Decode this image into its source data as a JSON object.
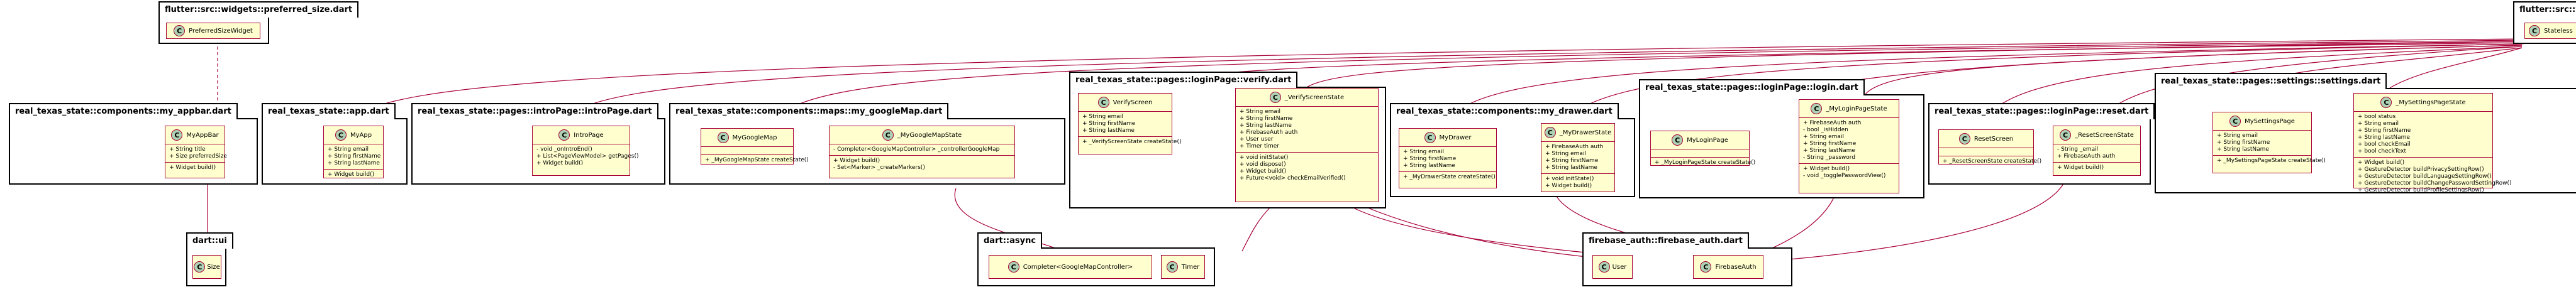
{
  "packages": {
    "preferred_size": {
      "title": "flutter::src::widgets::preferred_size.dart"
    },
    "stateless": {
      "title": "flutter::src::w"
    },
    "my_appbar": {
      "title": "real_texas_state::components::my_appbar.dart"
    },
    "app": {
      "title": "real_texas_state::app.dart"
    },
    "intro": {
      "title": "real_texas_state::pages::introPage::introPage.dart"
    },
    "google_map": {
      "title": "real_texas_state::components::maps::my_googleMap.dart"
    },
    "verify": {
      "title": "real_texas_state::pages::loginPage::verify.dart"
    },
    "drawer": {
      "title": "real_texas_state::components::my_drawer.dart"
    },
    "login": {
      "title": "real_texas_state::pages::loginPage::login.dart"
    },
    "reset": {
      "title": "real_texas_state::pages::loginPage::reset.dart"
    },
    "settings": {
      "title": "real_texas_state::pages::settings::settings.dart"
    },
    "ui": {
      "title": "dart::ui"
    },
    "async": {
      "title": "dart::async"
    },
    "firebase": {
      "title": "firebase_auth::firebase_auth.dart"
    }
  },
  "classes": {
    "preferred_size_widget": {
      "name": "PreferredSizeWidget"
    },
    "stateless": {
      "name": "Stateless"
    },
    "my_app_bar": {
      "name": "MyAppBar",
      "fields": [
        "+ String title",
        "+ Size preferredSize"
      ],
      "methods": [
        "+ Widget build()"
      ]
    },
    "my_app": {
      "name": "MyApp",
      "fields": [
        "+ String email",
        "+ String firstName",
        "+ String lastName"
      ],
      "methods": [
        "+ Widget build()"
      ]
    },
    "intro_page": {
      "name": "IntroPage",
      "fields": [
        "- void _onIntroEnd()",
        "+ List<PageViewModel> getPages()",
        "+ Widget build()"
      ]
    },
    "my_google_map": {
      "name": "MyGoogleMap",
      "methods": [
        "+ _MyGoogleMapState createState()"
      ]
    },
    "my_google_map_state": {
      "name": "_MyGoogleMapState",
      "fields": [
        "- Completer<GoogleMapController> _controllerGoogleMap"
      ],
      "methods": [
        "+ Widget build()",
        "- Set<Marker> _createMarkers()"
      ]
    },
    "verify_screen": {
      "name": "VerifyScreen",
      "fields": [
        "+ String email",
        "+ String firstName",
        "+ String lastName"
      ],
      "methods": [
        "+ _VerifyScreenState createState()"
      ]
    },
    "verify_screen_state": {
      "name": "_VerifyScreenState",
      "fields": [
        "+ String email",
        "+ String firstName",
        "+ String lastName",
        "+ FirebaseAuth auth",
        "+ User user",
        "+ Timer timer"
      ],
      "methods": [
        "+ void initState()",
        "+ void dispose()",
        "+ Widget build()",
        "+ Future<void> checkEmailVerified()"
      ]
    },
    "my_drawer": {
      "name": "MyDrawer",
      "fields": [
        "+ String email",
        "+ String firstName",
        "+ String lastName"
      ],
      "methods": [
        "+ _MyDrawerState createState()"
      ]
    },
    "my_drawer_state": {
      "name": "_MyDrawerState",
      "fields": [
        "+ FirebaseAuth auth",
        "+ String email",
        "+ String firstName",
        "+ String lastName"
      ],
      "methods": [
        "+ void initState()",
        "+ Widget build()"
      ]
    },
    "my_login_page": {
      "name": "MyLoginPage",
      "methods": [
        "+ _MyLoginPageState createState()"
      ]
    },
    "my_login_page_state": {
      "name": "_MyLoginPageState",
      "fields": [
        "+ FirebaseAuth auth",
        "- bool _isHidden",
        "+ String email",
        "+ String firstName",
        "+ String lastName",
        "- String _password"
      ],
      "methods": [
        "+ Widget build()",
        "- void _togglePasswordView()"
      ]
    },
    "reset_screen": {
      "name": "ResetScreen",
      "methods": [
        "+ _ResetScreenState createState()"
      ]
    },
    "reset_screen_state": {
      "name": "_ResetScreenState",
      "fields": [
        "- String _email",
        "+ FirebaseAuth auth"
      ],
      "methods": [
        "+ Widget build()"
      ]
    },
    "my_settings_page": {
      "name": "MySettingsPage",
      "fields": [
        "+ String email",
        "+ String firstName",
        "+ String lastName"
      ],
      "methods": [
        "+ _MySettingsPageState createState()"
      ]
    },
    "my_settings_page_state": {
      "name": "_MySettingsPageState",
      "fields": [
        "+ bool status",
        "+ String email",
        "+ String firstName",
        "+ String lastName",
        "+ bool checkEmail",
        "+ bool checkText"
      ],
      "methods": [
        "+ Widget build()",
        "+ GestureDetector buildPrivacySettingRow()",
        "+ GestureDetector buildLanguageSettingRow()",
        "+ GestureDetector buildChangePasswordSettingRow()",
        "+ GestureDetector buildProfileSettingsRow()"
      ]
    },
    "size": {
      "name": "Size"
    },
    "completer": {
      "name": "Completer<GoogleMapController>"
    },
    "timer": {
      "name": "Timer"
    },
    "user": {
      "name": "User"
    },
    "firebase_auth": {
      "name": "FirebaseAuth"
    }
  },
  "colors": {
    "class_border": "#a80036",
    "class_fill": "#fefece",
    "class_icon": "#add1b2",
    "edge": "#a80036"
  }
}
